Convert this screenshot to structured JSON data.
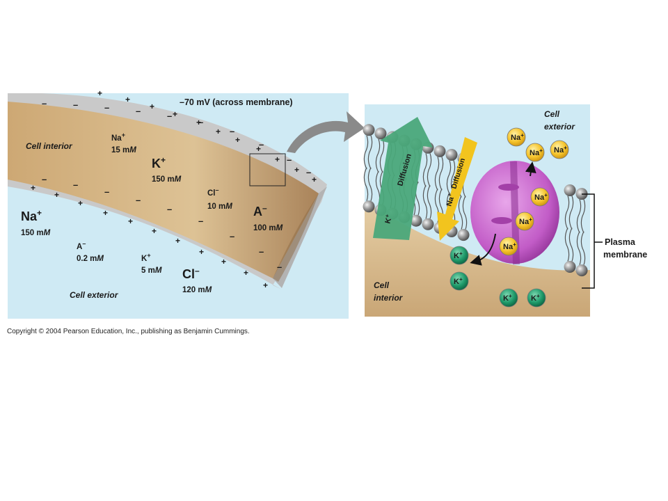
{
  "left_panel": {
    "voltage_label": "–70 mV (across membrane)",
    "cell_interior_label": "Cell interior",
    "cell_exterior_label": "Cell exterior",
    "interior_ions": {
      "na": {
        "symbol": "Na",
        "charge": "+",
        "conc": "15 m",
        "unit": "M"
      },
      "k": {
        "symbol": "K",
        "charge": "+",
        "conc": "150 m",
        "unit": "M"
      },
      "cl": {
        "symbol": "Cl",
        "charge": "–",
        "conc": "10 m",
        "unit": "M"
      },
      "a": {
        "symbol": "A",
        "charge": "–",
        "conc": "100 m",
        "unit": "M"
      }
    },
    "exterior_ions": {
      "na": {
        "symbol": "Na",
        "charge": "+",
        "conc": "150 m",
        "unit": "M"
      },
      "a": {
        "symbol": "A",
        "charge": "–",
        "conc": "0.2 m",
        "unit": "M"
      },
      "k": {
        "symbol": "K",
        "charge": "+",
        "conc": "5 m",
        "unit": "M"
      },
      "cl": {
        "symbol": "Cl",
        "charge": "–",
        "conc": "120 m",
        "unit": "M"
      }
    },
    "plus_sign": "+",
    "minus_sign": "–"
  },
  "right_panel": {
    "cell_exterior_label": [
      "Cell",
      "exterior"
    ],
    "cell_interior_label": [
      "Cell",
      "interior"
    ],
    "k_diffusion_label": "Diffusion",
    "k_diffusion_ion": "K",
    "na_diffusion_label": "Diffusion",
    "na_diffusion_ion": "Na",
    "plasma_membrane_label": [
      "Plasma",
      "membrane"
    ],
    "na_ion_label": "Na",
    "k_ion_label": "K",
    "ion_charge": "+"
  },
  "copyright": "Copyright © 2004 Pearson Education, Inc., publishing as Benjamin Cummings.",
  "colors": {
    "background_blue": "#cfeaf4",
    "cytoplasm_tan": "#d8b98a",
    "membrane_grey": "#bdbdbd",
    "diffusion_green": "#4aa87a",
    "diffusion_yellow": "#f2c41e",
    "pump_purple": "#c25cc7",
    "na_ion_yellow": "#f5c32a",
    "k_ion_green": "#1f9a6a"
  }
}
